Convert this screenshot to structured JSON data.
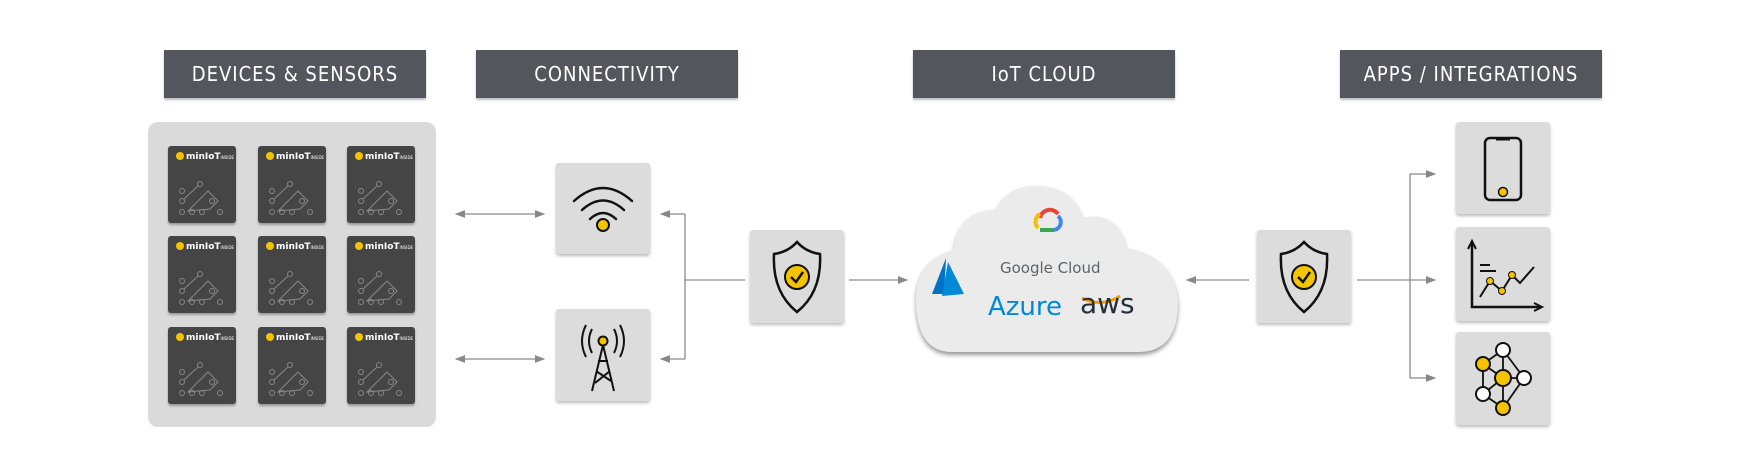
{
  "headers": {
    "devices": "DEVICES & SENSORS",
    "connectivity": "CONNECTIVITY",
    "cloud": "IoT CLOUD",
    "apps": "APPS / INTEGRATIONS"
  },
  "device_brand": {
    "name": "minIoT",
    "suffix": "INSIDE"
  },
  "device_count": 9,
  "connectivity_icons": [
    "wifi-icon",
    "cell-tower-icon"
  ],
  "security_icon": "shield-check-icon",
  "cloud_providers": {
    "google": "Google Cloud",
    "azure": "Azure",
    "aws": "aws"
  },
  "app_icons": [
    "smartphone-icon",
    "line-chart-icon",
    "neural-network-icon"
  ],
  "colors": {
    "header": "#53575d",
    "accent": "#f5c400",
    "panel": "#dcdcdc",
    "device": "#454545",
    "azure": "#0089d6",
    "aws_smile": "#ff9900"
  }
}
